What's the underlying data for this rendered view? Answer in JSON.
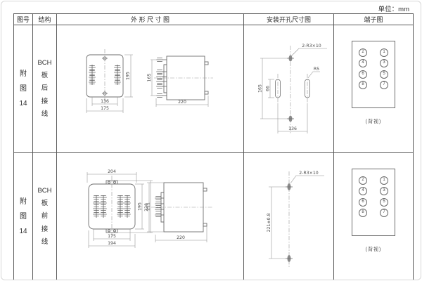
{
  "unit_label": "单位：mm",
  "colors": {
    "line": "#6e6e6e",
    "dim": "#8f8f8f",
    "text": "#4a4a4a"
  },
  "header": {
    "fig_no": "图号",
    "structure": "结构",
    "outline": "外 形 尺 寸 图",
    "install": "安装开孔尺寸图",
    "terminal": "端子图"
  },
  "rows": [
    {
      "fig_no": "附\n图\n14",
      "structure": "BCH\n板\n后\n接\n线",
      "outline": {
        "front_height": "195",
        "front_bottom_inner": "136",
        "front_bottom_outer": "175",
        "side_height": "165",
        "side_depth": "220"
      },
      "install": {
        "hole_label": "2-R3×10",
        "radius_label": "R5",
        "height": "165",
        "slot_height": "66",
        "width": "136"
      },
      "terminal": {
        "left": [
          "2",
          "4",
          "6",
          "8"
        ],
        "right": [
          "1",
          "3",
          "5",
          "7"
        ],
        "caption": "(背视)"
      }
    },
    {
      "fig_no": "附\n图\n14",
      "structure": "BCH\n板\n前\n接\n线",
      "outline": {
        "front_top": "204",
        "front_height_inner": "195",
        "front_height_outer": "211",
        "front_bottom_inner": "175",
        "front_bottom_outer": "194",
        "side_height": "228",
        "side_depth": "220"
      },
      "install": {
        "hole_label": "2-R3×10",
        "height": "221±0.8"
      },
      "terminal": {
        "left": [
          "2",
          "4",
          "6",
          "8"
        ],
        "right": [
          "1",
          "3",
          "5",
          "7"
        ],
        "caption": "(背视)"
      }
    }
  ]
}
